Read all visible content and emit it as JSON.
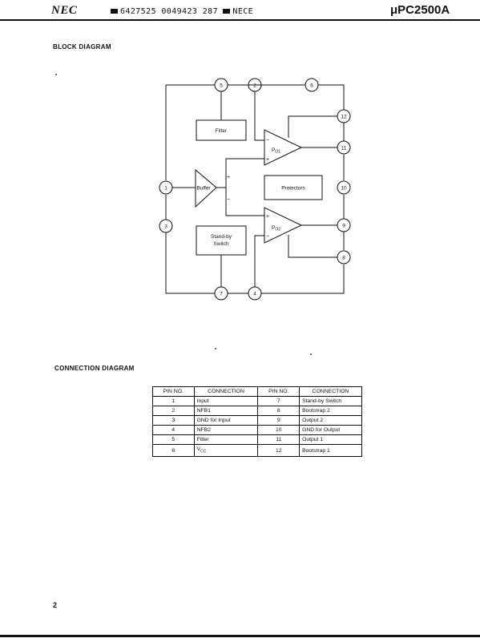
{
  "header": {
    "brand": "NEC",
    "code_text": "6427525 0049423 287",
    "code_suffix": "NECE",
    "part_number": "μPC2500A"
  },
  "block_diagram": {
    "title": "BLOCK DIAGRAM",
    "blocks": {
      "filter": "Filter",
      "buffer": "Buffer",
      "protectors": "Protectors",
      "standby_line1": "Stand-by",
      "standby_line2": "Switch"
    },
    "amps": {
      "po1_main": "P",
      "po1_sub": "O1",
      "po2_main": "P",
      "po2_sub": "O2"
    },
    "signs": {
      "plus": "+",
      "minus": "−"
    },
    "pins": [
      "1",
      "2",
      "3",
      "4",
      "5",
      "6",
      "7",
      "8",
      "9",
      "10",
      "11",
      "12"
    ]
  },
  "connection_diagram": {
    "title": "CONNECTION DIAGRAM",
    "headers": [
      "PIN NO.",
      "CONNECTION",
      "PIN NO.",
      "CONNECTION"
    ],
    "rows": [
      {
        "pin_a": "1",
        "conn_a": "Input",
        "pin_b": "7",
        "conn_b": "Stand-by Switch"
      },
      {
        "pin_a": "2",
        "conn_a": "NFB1",
        "pin_b": "8",
        "conn_b": "Bootstrap 2"
      },
      {
        "pin_a": "3",
        "conn_a": "GND for Input",
        "pin_b": "9",
        "conn_b": "Output 2"
      },
      {
        "pin_a": "4",
        "conn_a": "NFB2",
        "pin_b": "10",
        "conn_b": "GND for Output"
      },
      {
        "pin_a": "5",
        "conn_a": "Filter",
        "pin_b": "11",
        "conn_b": "Output 1"
      },
      {
        "pin_a": "6",
        "conn_a": "V",
        "conn_a_sub": "CC",
        "pin_b": "12",
        "conn_b": "Bootstrap 1"
      }
    ]
  },
  "footer": {
    "page_number": "2"
  }
}
